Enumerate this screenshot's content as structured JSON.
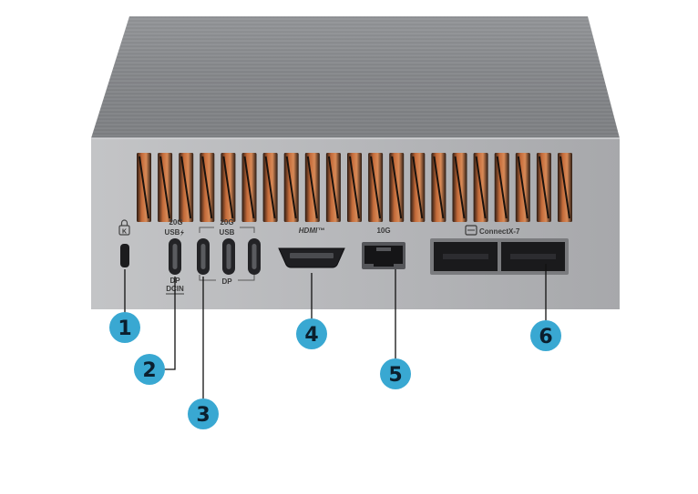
{
  "port_labels": {
    "usb_power": {
      "speed": "20G",
      "name": "USB",
      "bottom_top": "DP",
      "bottom_bottom": "DCIN"
    },
    "usb_group": {
      "speed": "20G",
      "name": "USB",
      "bottom": "DP"
    },
    "hdmi": "HDMI™",
    "ethernet": "10G",
    "qsfp": "ConnectX-7"
  },
  "callouts": [
    "1",
    "2",
    "3",
    "4",
    "5",
    "6"
  ],
  "colors": {
    "callout_fill": "#39a8d2",
    "callout_text": "#0b1f2e",
    "callout_line": "#111111",
    "chassis_face": "#b2b3b6",
    "chassis_top": "#8c8d90",
    "vent_copper": "#c46b3a"
  },
  "icons": {
    "lock": "kensington-lock-icon",
    "usb_power": "usb-power-icon",
    "qsfp": "network-connector-icon"
  }
}
